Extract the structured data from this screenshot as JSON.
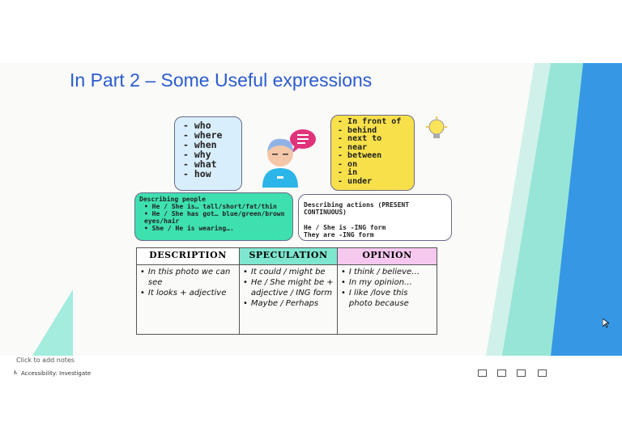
{
  "slide": {
    "title": "In Part 2 – Some Useful expressions",
    "question_words": [
      "who",
      "where",
      "when",
      "why",
      "what",
      "how"
    ],
    "prepositions": [
      "In front of",
      "behind",
      "next to",
      "near",
      "between",
      "on",
      "in",
      "under"
    ],
    "bulb_label": "",
    "describing_people": {
      "heading": "Describing people",
      "items": [
        "He / She is… tall/short/fat/thin",
        "He / She has got… blue/green/brown eyes/hair",
        "She / He is wearing…."
      ]
    },
    "describing_actions": {
      "heading": "Describing actions (PRESENT CONTINUOUS)",
      "lines": [
        "He / She is -ING form",
        "They are -ING form"
      ]
    },
    "table": {
      "headers": [
        "DESCRIPTION",
        "SPECULATION",
        "OPINION"
      ],
      "header_colors": [
        "#ffffff",
        "#7fe6cf",
        "#f7c8ef"
      ],
      "columns": [
        [
          "In this photo we can see",
          "It looks + adjective"
        ],
        [
          "It could / might be",
          "He / She might be + adjective / ING form",
          "Maybe / Perhaps"
        ],
        [
          "I think / believe…",
          "In my opinion…",
          "I like /love this photo because"
        ]
      ]
    }
  },
  "notes_placeholder": "Click to add notes",
  "statusbar": {
    "accessibility": "Accessibility: Investigate"
  },
  "colors": {
    "title_blue": "#2a5bd1",
    "question_box_fill": "#d9eefc",
    "prep_box_fill": "#f7e04a",
    "people_box_fill": "#3fe0b0",
    "teal_decor": "#6fdcc8",
    "blue_decor": "#1f7fe0"
  }
}
